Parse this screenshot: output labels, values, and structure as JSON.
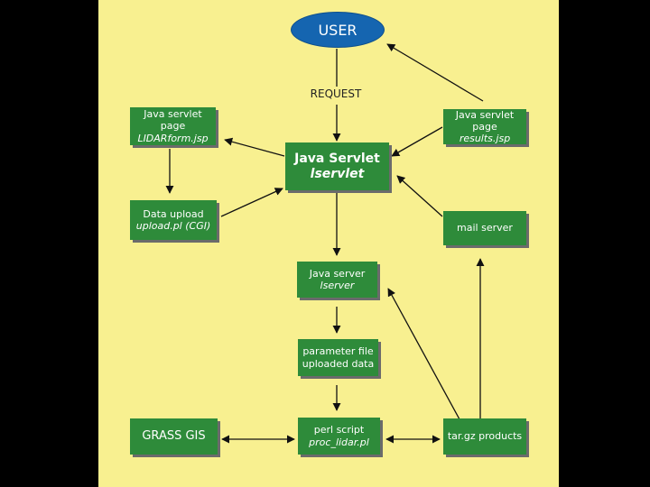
{
  "user": "USER",
  "request": "REQUEST",
  "nodes": {
    "lidarform": {
      "title": "Java servlet page",
      "sub": "LIDARform.jsp"
    },
    "results": {
      "title": "Java servlet page",
      "sub": "results.jsp"
    },
    "lservlet": {
      "title": "Java Servlet",
      "sub": "lservlet"
    },
    "upload": {
      "title": "Data upload",
      "sub": "upload.pl (CGI)"
    },
    "mailserver": {
      "title": "mail server"
    },
    "lserver": {
      "title": "Java server",
      "sub": "lserver"
    },
    "paramfile": {
      "title": "parameter file",
      "title2": "uploaded data"
    },
    "grass": {
      "title": "GRASS GIS"
    },
    "perl": {
      "title": "perl script",
      "sub": "proc_lidar.pl"
    },
    "targz": {
      "title": "tar.gz products"
    }
  },
  "colors": {
    "background": "#f8f090",
    "node": "#2e8b3a",
    "user": "#1565b0",
    "frame": "#000000"
  }
}
